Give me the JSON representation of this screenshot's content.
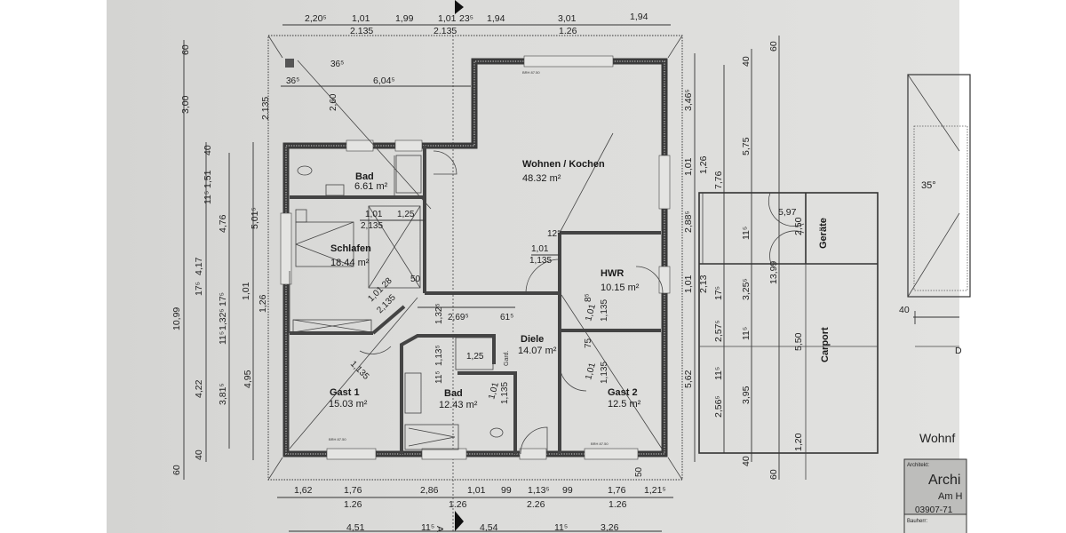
{
  "dims": {
    "top": [
      "2,20⁵",
      "1,01",
      "1,99",
      "1,01",
      "23⁵",
      "1,94",
      "3,01",
      "1,94"
    ],
    "top_sub": [
      "2.135",
      "2.135",
      "1.26"
    ],
    "bottom": [
      "1,62",
      "1,76",
      "2,86",
      "1,01",
      "99",
      "1,13⁵",
      "99",
      "1,76",
      "1,21⁵"
    ],
    "bottom_sub": [
      "1.26",
      "1.26",
      "2.26",
      "1.26"
    ],
    "bottom2": [
      "4,51",
      "11⁵",
      "A",
      "4,54",
      "11⁵",
      "3,26"
    ],
    "left": [
      "60",
      "3,00",
      "10,99",
      "60",
      "40",
      "1,51",
      "11⁵",
      "4,17",
      "17⁵",
      "4,22",
      "40",
      "4,76",
      "17⁵",
      "1,32⁵",
      "11⁵",
      "3,81⁵",
      "5,01⁵",
      "1,01",
      "1,26",
      "4,95",
      "2.135"
    ],
    "right": [
      "3,46⁵",
      "1,01",
      "2,88⁵",
      "1,01",
      "5,62",
      "1,26",
      "2,13",
      "7,76",
      "17⁵",
      "2,57⁵",
      "11⁵",
      "2,56⁵",
      "40",
      "5,75",
      "11⁵",
      "3,25⁵",
      "11⁵",
      "3,95",
      "40",
      "60",
      "13,99",
      "60",
      "5,97",
      "2,50",
      "5,50",
      "1,20"
    ],
    "inner": [
      "6,04⁵",
      "36⁵",
      "36⁵",
      "2,60",
      "1,01",
      "1,25",
      "2,135",
      "50",
      "1,01 28",
      "2,135",
      "1,01",
      "1,135",
      "12⁵",
      "2,69⁵",
      "61⁵",
      "1,32⁵",
      "1,13⁵",
      "11⁵",
      "1,25",
      "Gard.",
      "1,135",
      "1,01",
      "1,135",
      "1,01",
      "1,135",
      "8⁵",
      "75",
      "1,01",
      "1,135",
      "50"
    ],
    "brh": "BRH 87.50"
  },
  "rooms": [
    {
      "name": "Bad",
      "area": "6.61 m²"
    },
    {
      "name": "Schlafen",
      "area": "18.44 m²"
    },
    {
      "name": "Wohnen / Kochen",
      "area": "48.32 m²"
    },
    {
      "name": "HWR",
      "area": "10.15 m²"
    },
    {
      "name": "Diele",
      "area": "14.07 m²"
    },
    {
      "name": "Gast 1",
      "area": "15.03 m²"
    },
    {
      "name": "Bad",
      "area": "12.43 m²"
    },
    {
      "name": "Gast 2",
      "area": "12.5 m²"
    }
  ],
  "carport": {
    "storage_label": "Geräte",
    "carport_label": "Carport"
  },
  "roof_view": {
    "angle": "35°",
    "dim": "40",
    "title_partial": "Wohnf",
    "dim_partial": "D"
  },
  "title_block": {
    "architect_label": "Architekt:",
    "architect_name_partial": "Archi",
    "address_partial": "Am H",
    "phone_partial": "03907-71",
    "client_label": "Bauherr:"
  }
}
